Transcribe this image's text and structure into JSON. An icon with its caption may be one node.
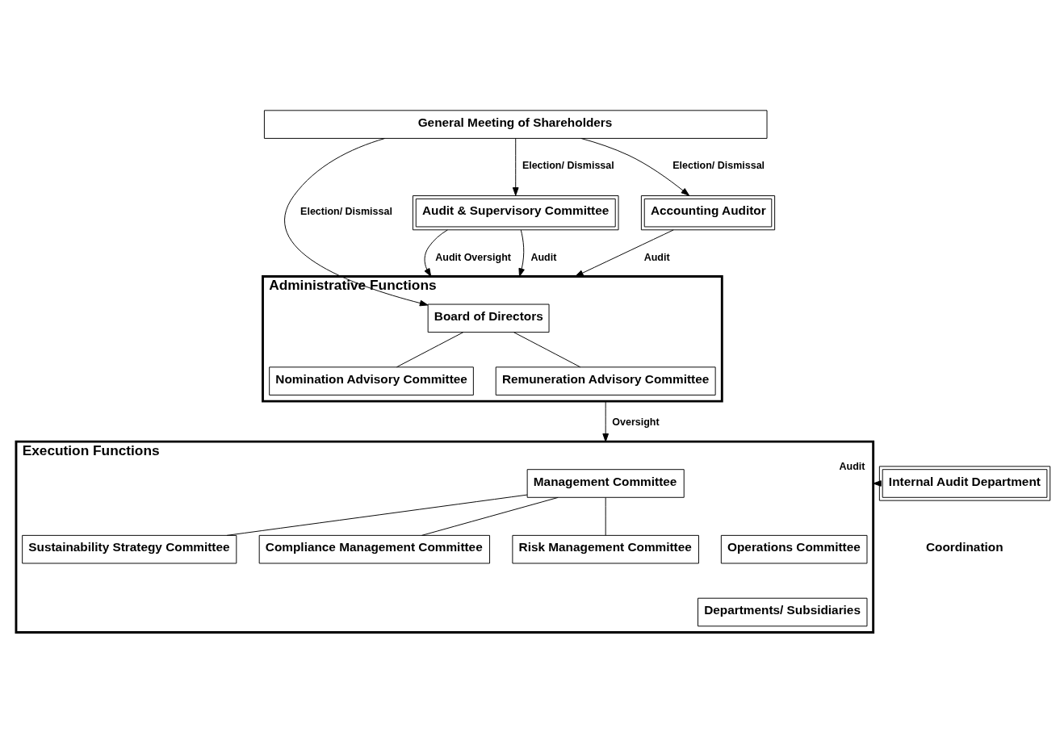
{
  "diagram": {
    "nodes": [
      {
        "text": [
          "General Meeting of Shareholders"
        ]
      },
      {
        "text": [
          "Administrative Functions"
        ]
      },
      {
        "text": [
          "Board of Directors"
        ],
        "in": 1
      },
      {
        "text": [
          "Nomination Advisory Committee"
        ],
        "in": 1
      },
      {
        "text": [
          "Remuneration Advisory Committee"
        ],
        "in": 1
      },
      {
        "text": [
          "Audit & Supervisory Committee"
        ]
      },
      {
        "text": [
          "Accounting Auditor"
        ]
      },
      {
        "text": [
          "Execution Functions"
        ]
      },
      {
        "text": [
          "Management Committee"
        ],
        "in": 7
      },
      {
        "text": [
          "Sustainability Strategy Committee"
        ],
        "in": 7
      },
      {
        "text": [
          "Compliance Management Committee"
        ],
        "in": 7
      },
      {
        "text": [
          "Risk Management Committee"
        ],
        "in": 7
      },
      {
        "text": [
          "Operations Committee"
        ],
        "in": 7
      },
      {
        "text": [
          "Departments/ Subsidiaries"
        ],
        "in": 7
      },
      {
        "text": [
          "Internal Audit Department"
        ]
      }
    ],
    "edges": [
      {
        "from": 0,
        "to": 2,
        "arrow": "to",
        "label": "Election/ Dismissal"
      },
      {
        "from": 0,
        "to": 5,
        "arrow": "to",
        "label": "Election/ Dismissal"
      },
      {
        "from": 0,
        "to": 6,
        "arrow": "to",
        "label": "Election/ Dismissal"
      },
      {
        "from": 5,
        "to": 1,
        "arrow": "to",
        "label": "Audit Oversight"
      },
      {
        "from": 5,
        "to": 1,
        "arrow": "to",
        "label": "Audit"
      },
      {
        "from": 6,
        "to": 1,
        "arrow": "to",
        "label": "Audit"
      },
      {
        "from": 1,
        "to": 7,
        "arrow": "to",
        "label": "Oversight"
      },
      {
        "from": 14,
        "to": 7,
        "arrow": "to",
        "label": "Audit"
      },
      {
        "from": 2,
        "to": 3,
        "arrow": "none"
      },
      {
        "from": 2,
        "to": 4,
        "arrow": "none"
      },
      {
        "from": 8,
        "to": 9,
        "arrow": "none"
      },
      {
        "from": 8,
        "to": 10,
        "arrow": "none"
      },
      {
        "from": 8,
        "to": 11,
        "arrow": "none"
      }
    ],
    "labels": [
      "Coordination"
    ]
  }
}
